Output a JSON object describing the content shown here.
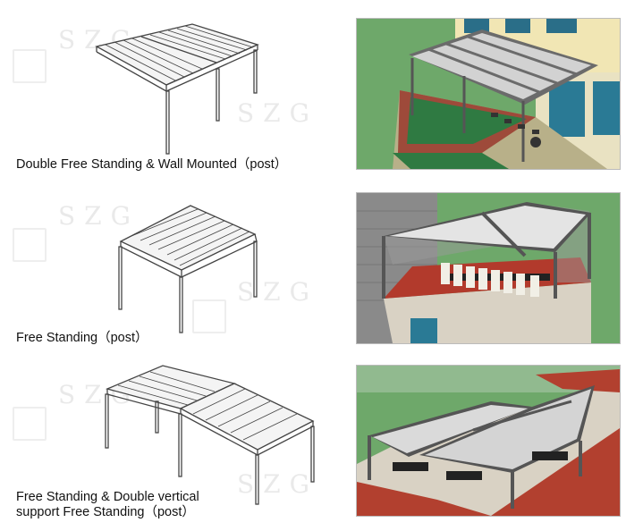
{
  "watermark": "SZG",
  "captions": {
    "row1": "Double  Free Standing & Wall Mounted（post）",
    "row2": "Free Standing（post）",
    "row3_line1": "Free Standing & Double vertical",
    "row3_line2": "support Free Standing（post）"
  }
}
